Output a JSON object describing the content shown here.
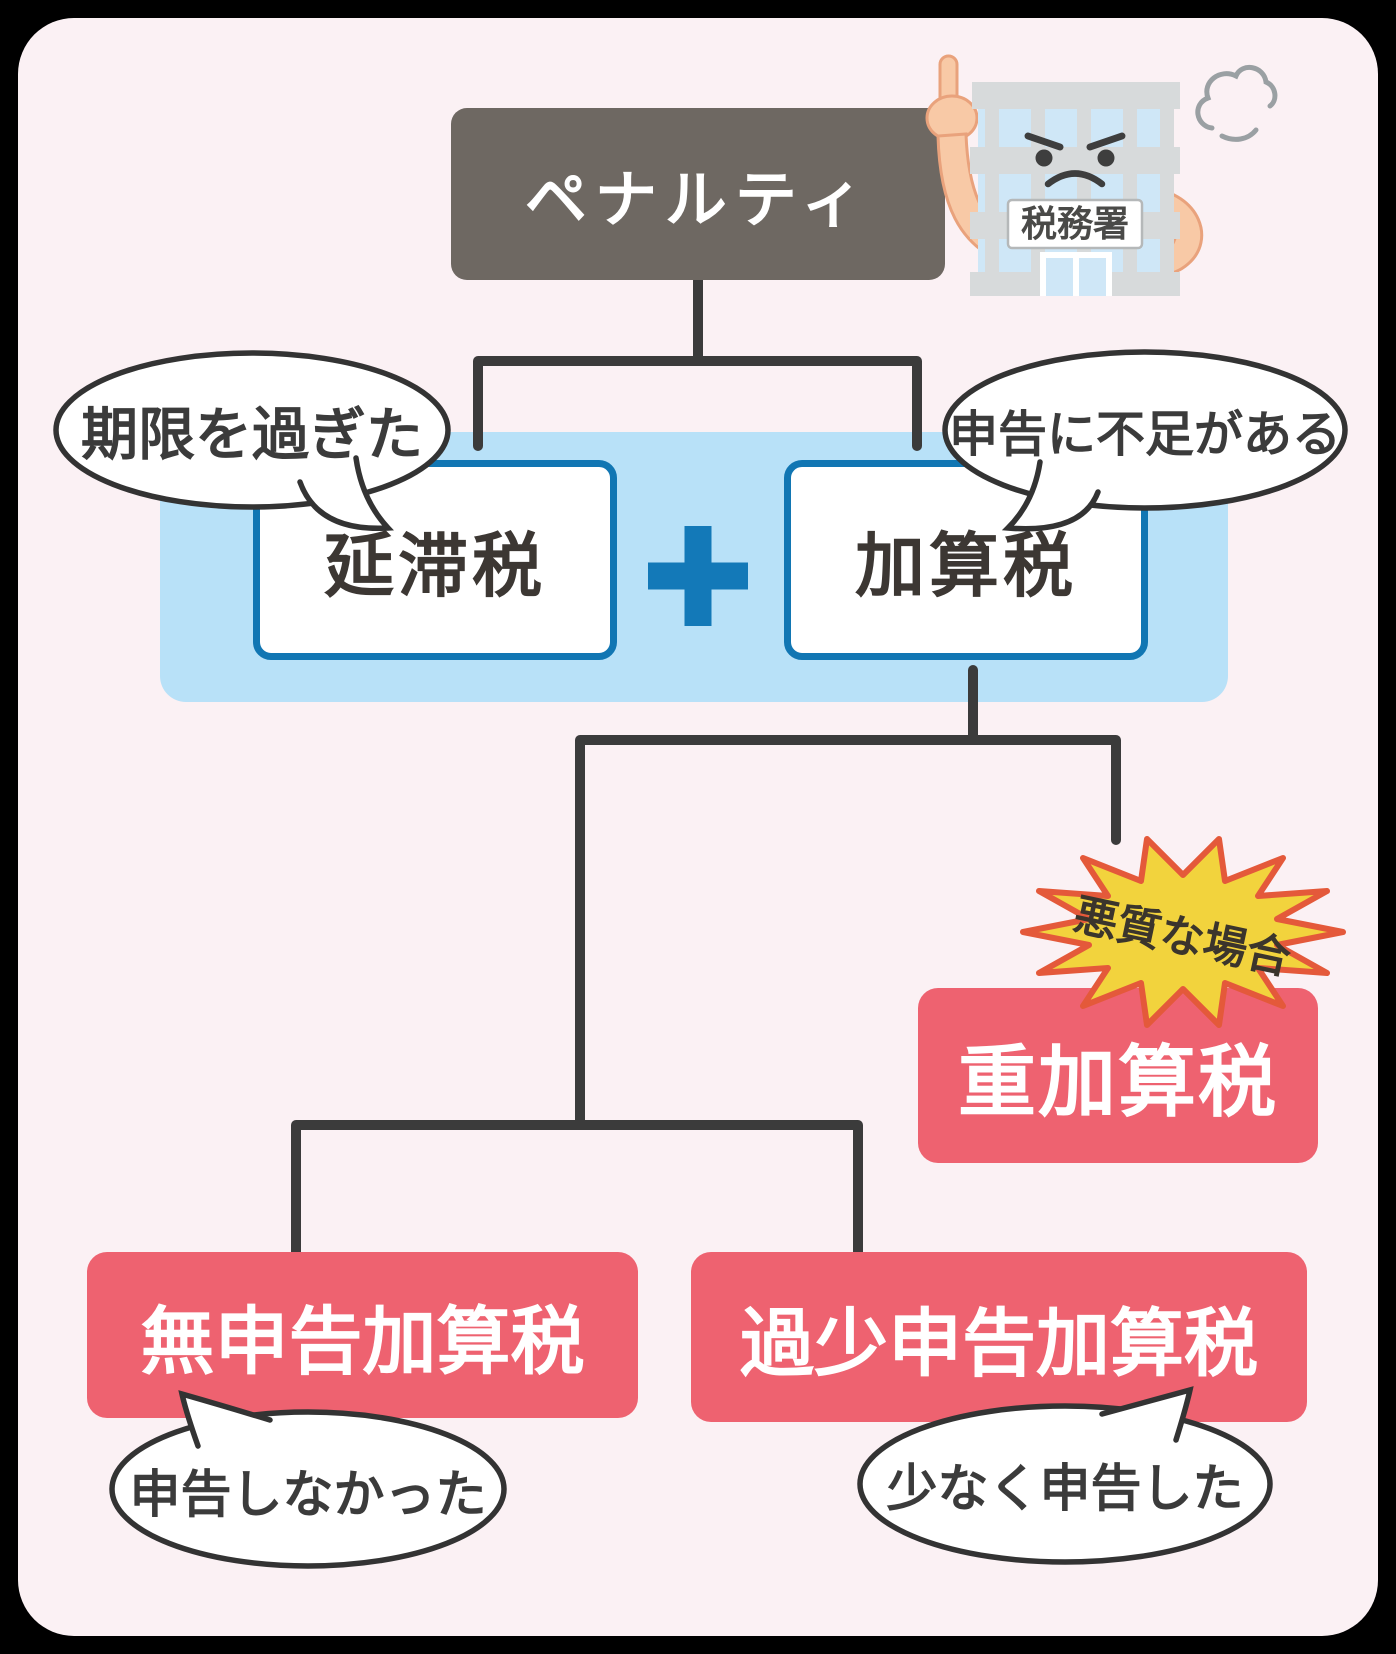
{
  "diagram": {
    "title": "ペナルティ",
    "tax_office_sign": "税務署",
    "level1": {
      "left": {
        "label": "延滞税",
        "bubble": "期限を過ぎた"
      },
      "operator": "+",
      "right": {
        "label": "加算税",
        "bubble": "申告に不足がある"
      }
    },
    "level2": {
      "heavy": {
        "label": "重加算税",
        "badge": "悪質な場合"
      },
      "no_filing": {
        "label": "無申告加算税",
        "bubble": "申告しなかった"
      },
      "understated": {
        "label": "過少申告加算税",
        "bubble": "少なく申告した"
      }
    },
    "colors": {
      "card_background": "#fbf1f4",
      "title_bg": "#6e6862",
      "panel_bg": "#b8e1f8",
      "accent_blue": "#1176b3",
      "box_red": "#ee6270",
      "star_yellow": "#f2d33d",
      "star_border": "#e4593a",
      "line": "#3b3b3b",
      "bubble_border": "#333333"
    }
  }
}
